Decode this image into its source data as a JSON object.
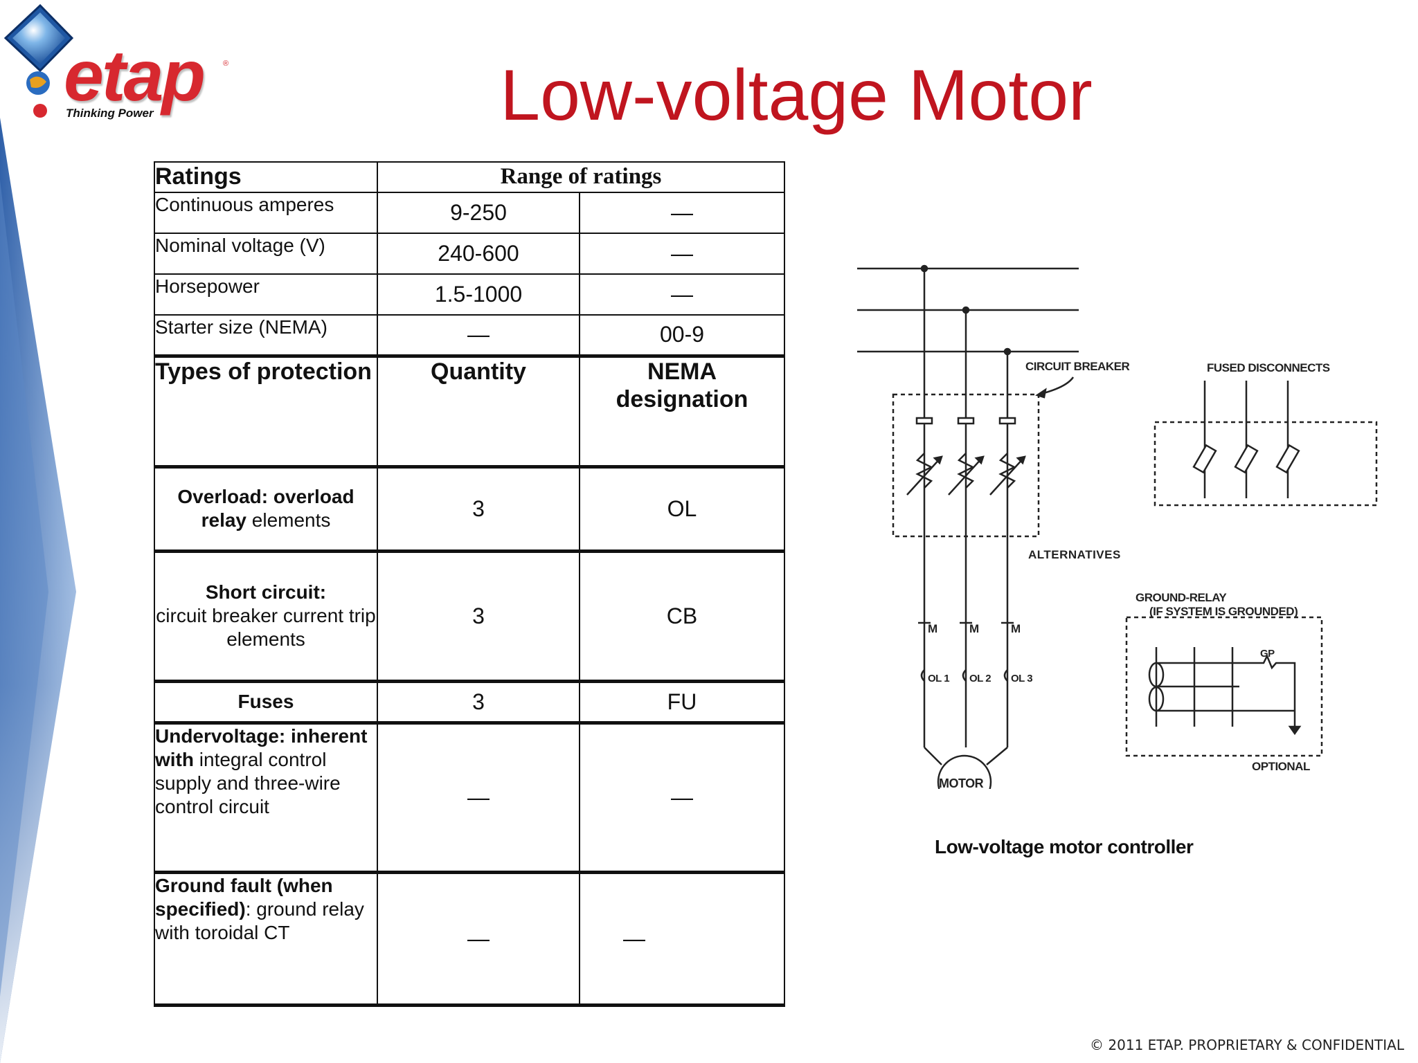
{
  "logo": {
    "word": "etap",
    "tagline": "Thinking Power",
    "reg": "®"
  },
  "title": "Low-voltage Motor",
  "table": {
    "header": {
      "ratings": "Ratings",
      "range": "Range of ratings"
    },
    "rating_rows": [
      {
        "label": "Continuous amperes",
        "a": "9-250",
        "b": "—"
      },
      {
        "label": "Nominal voltage (V)",
        "a": "240-600",
        "b": "—"
      },
      {
        "label": "Horsepower",
        "a": "1.5-1000",
        "b": "—"
      },
      {
        "label": "Starter size (NEMA)",
        "a": "—",
        "b": "00-9"
      }
    ],
    "protection_header": {
      "types": "Types of protection",
      "quantity": "Quantity",
      "nema": "NEMA designation"
    },
    "protection_rows": [
      {
        "bold": "Overload: overload relay",
        "normal": " elements",
        "qty": "3",
        "nema": "OL"
      },
      {
        "bold": "Short circuit:",
        "normal": "circuit breaker current trip elements",
        "qty": "3",
        "nema": "CB"
      },
      {
        "bold": "Fuses",
        "normal": "",
        "qty": "3",
        "nema": "FU"
      },
      {
        "bold": "Undervoltage: inherent with",
        "normal": " integral control supply and three-wire control circuit",
        "qty": "—",
        "nema": "—"
      },
      {
        "bold": "Ground fault (when specified)",
        "normal": ": ground relay with toroidal CT",
        "qty": "—",
        "nema": "—"
      }
    ]
  },
  "diagram": {
    "labels": {
      "circuit_breaker": "CIRCUIT BREAKER",
      "fused_disconnects": "FUSED DISCONNECTS",
      "alternatives": "ALTERNATIVES",
      "ground_relay": "GROUND-RELAY",
      "ground_relay_note": "(IF SYSTEM IS GROUNDED)",
      "gp": "GP",
      "optional": "OPTIONAL",
      "m1": "M",
      "m2": "M",
      "m3": "M",
      "ol1": "OL 1",
      "ol2": "OL 2",
      "ol3": "OL 3",
      "motor": "MOTOR"
    },
    "caption": "Low-voltage motor controller"
  },
  "footer": "© 2011 ETAP. PROPRIETARY & CONFIDENTIAL",
  "colors": {
    "title_red": "#c0151f",
    "logo_red": "#d7282f",
    "deco_blue": "#3f6fb5"
  }
}
